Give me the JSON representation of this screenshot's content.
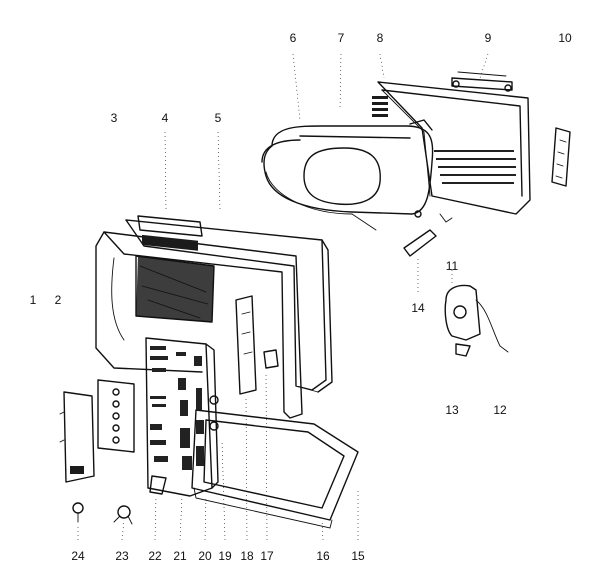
{
  "callouts": [
    {
      "id": "c1",
      "text": "1"
    },
    {
      "id": "c2",
      "text": "2"
    },
    {
      "id": "c3",
      "text": "3"
    },
    {
      "id": "c4",
      "text": "4"
    },
    {
      "id": "c5",
      "text": "5"
    },
    {
      "id": "c6",
      "text": "6"
    },
    {
      "id": "c7",
      "text": "7"
    },
    {
      "id": "c8",
      "text": "8"
    },
    {
      "id": "c9",
      "text": "9"
    },
    {
      "id": "c10",
      "text": "10"
    },
    {
      "id": "c11",
      "text": "11"
    },
    {
      "id": "c12",
      "text": "12"
    },
    {
      "id": "c13",
      "text": "13"
    },
    {
      "id": "c14",
      "text": "14"
    },
    {
      "id": "c15",
      "text": "15"
    },
    {
      "id": "c16",
      "text": "16"
    },
    {
      "id": "c17",
      "text": "17"
    },
    {
      "id": "c18",
      "text": "18"
    },
    {
      "id": "c19",
      "text": "19"
    },
    {
      "id": "c20",
      "text": "20"
    },
    {
      "id": "c21",
      "text": "21"
    },
    {
      "id": "c22",
      "text": "22"
    },
    {
      "id": "c23",
      "text": "23"
    },
    {
      "id": "c24",
      "text": "24"
    }
  ]
}
